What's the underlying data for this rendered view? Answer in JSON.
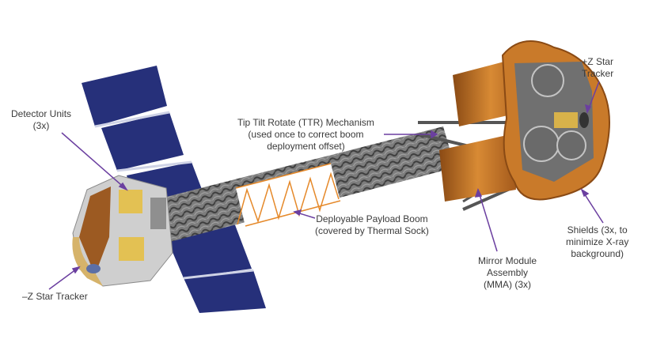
{
  "colors": {
    "panel": "#26307a",
    "panel_grid": "#3c49a0",
    "shield": "#c97a2a",
    "shield_dark": "#8a4a14",
    "boom": "#6f6f6f",
    "gold": "#d8b24a",
    "leader": "#6b3fa0",
    "text": "#3a3a3a"
  },
  "labels": {
    "detector_units": [
      "Detector Units",
      "(3x)"
    ],
    "ttr": [
      "Tip Tilt Rotate (TTR) Mechanism",
      "(used once to correct boom",
      "deployment offset)"
    ],
    "pz_star_tracker": [
      "+Z Star",
      "Tracker"
    ],
    "payload_boom": [
      "Deployable Payload Boom",
      "(covered by Thermal Sock)"
    ],
    "shields": [
      "Shields (3x, to",
      "minimize X-ray",
      "background)"
    ],
    "mma": [
      "Mirror Module",
      "Assembly",
      "(MMA) (3x)"
    ],
    "mz_star_tracker": [
      "–Z Star Tracker"
    ]
  }
}
